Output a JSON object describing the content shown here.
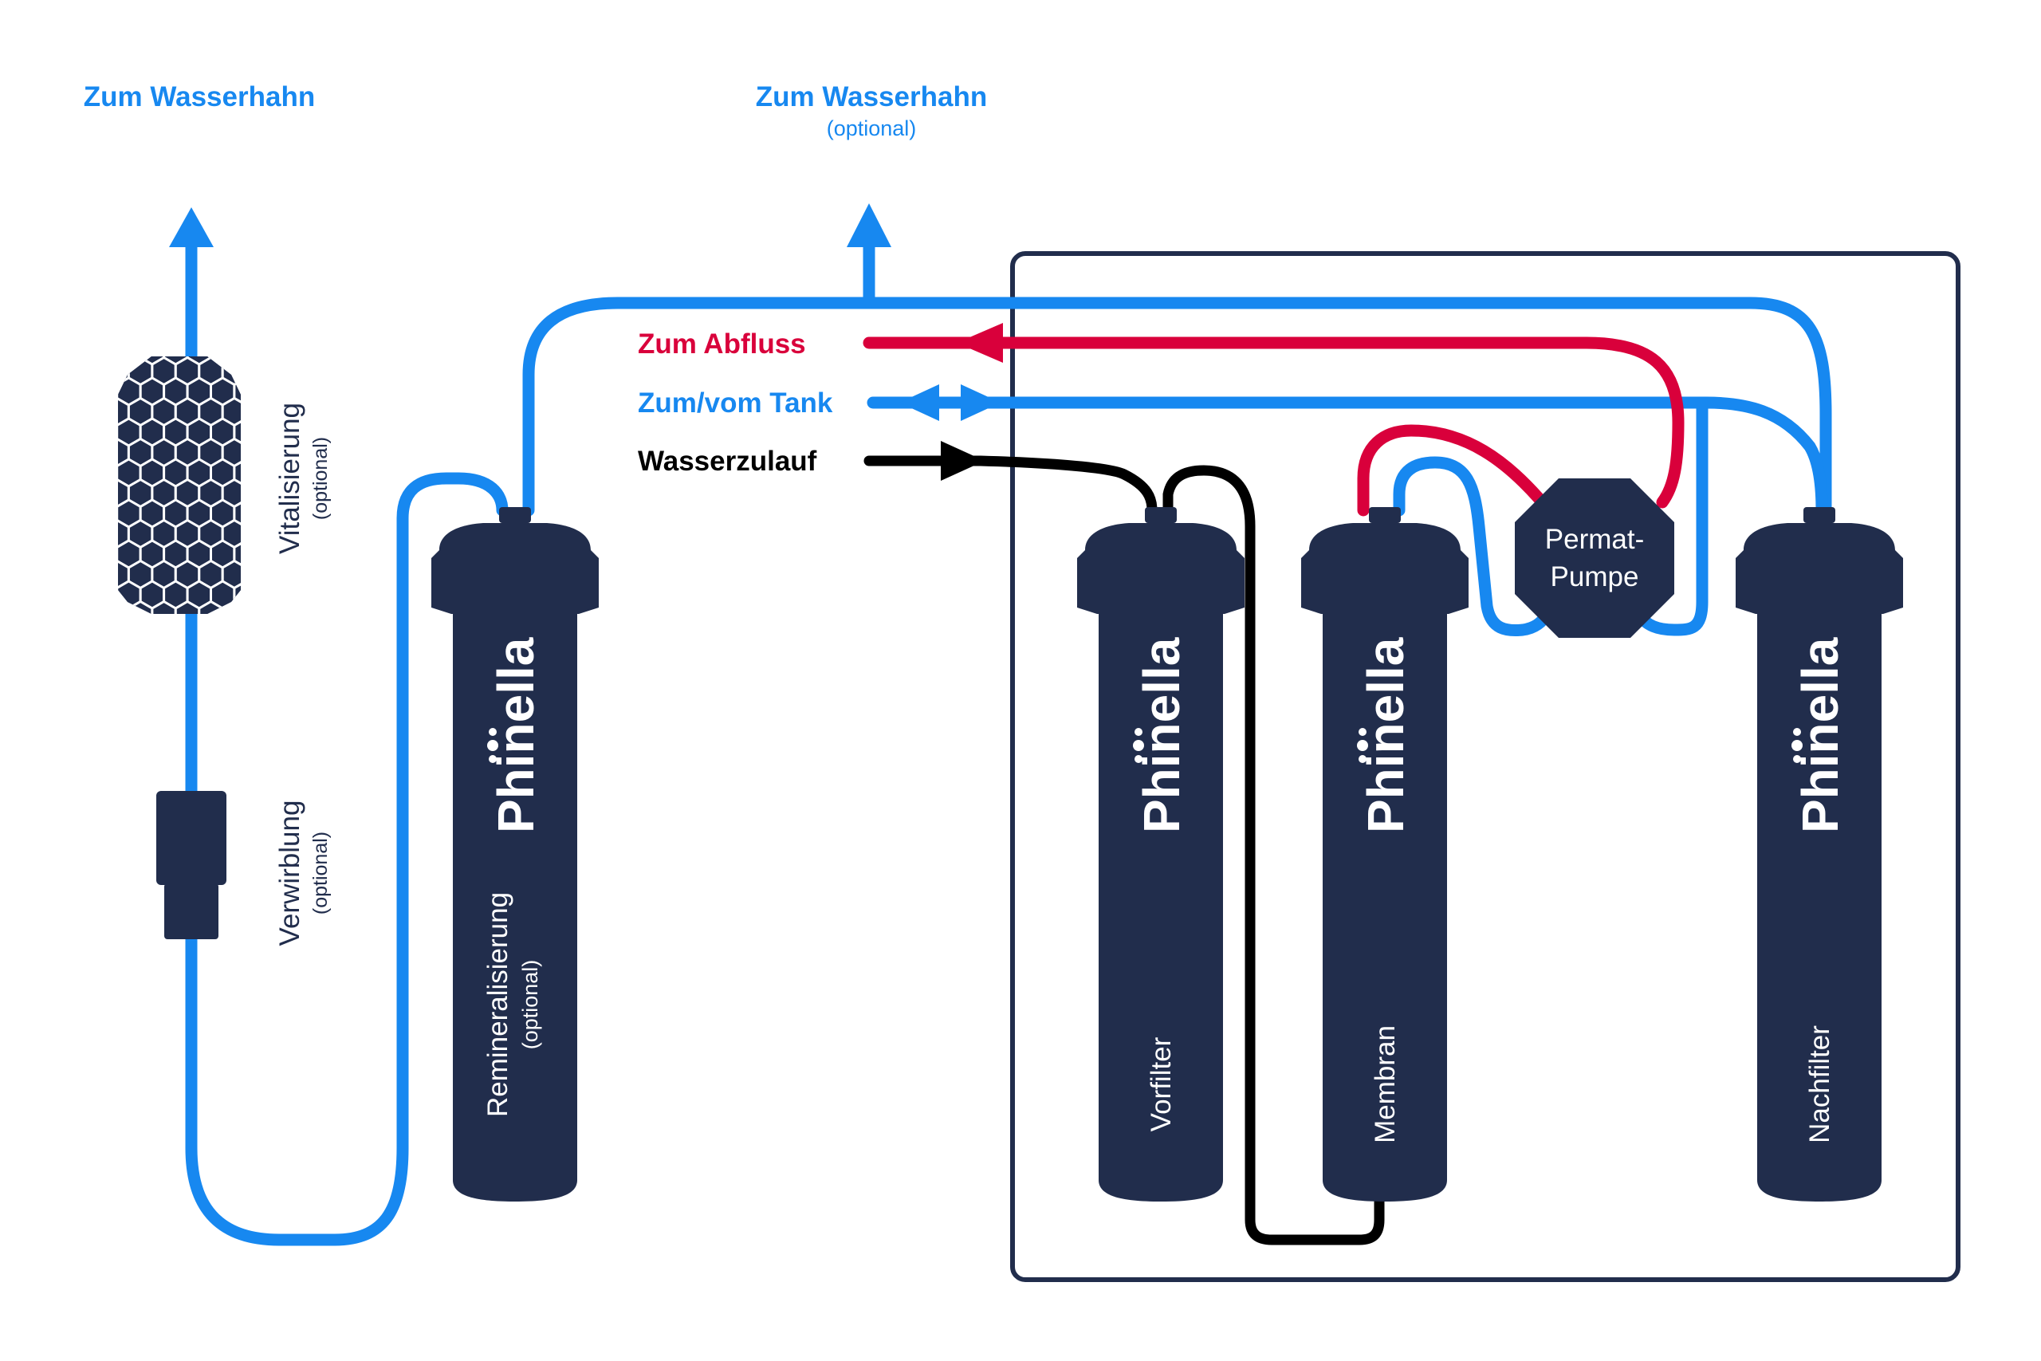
{
  "colors": {
    "blue": "#1788f0",
    "red": "#d9003b",
    "black": "#000000",
    "navy": "#212d4c",
    "background": "#ffffff"
  },
  "top_labels": {
    "faucet_left": "Zum Wasserhahn",
    "faucet_center": "Zum Wasserhahn",
    "faucet_center_note": "(optional)"
  },
  "line_labels": {
    "drain": "Zum Abfluss",
    "tank": "Zum/vom Tank",
    "inlet": "Wasserzulauf"
  },
  "side_modules": {
    "vitalization": {
      "label": "Vitalisierung",
      "note": "(optional)"
    },
    "swirl": {
      "label": "Verwirblung",
      "note": "(optional)"
    }
  },
  "cartridges": {
    "brand": "Phinella",
    "remineralization": {
      "label": "Remineralisierung",
      "note": "(optional)"
    },
    "prefilter": {
      "label": "Vorfilter"
    },
    "membrane": {
      "label": "Membran"
    },
    "postfilter": {
      "label": "Nachfilter"
    }
  },
  "pump": {
    "line1": "Permat-",
    "line2": "Pumpe"
  },
  "icons": [
    "arrow-up-icon",
    "arrow-left-icon",
    "arrow-right-icon",
    "double-arrow-icon",
    "hexagon-pattern-icon",
    "brand-droplet-icon"
  ]
}
